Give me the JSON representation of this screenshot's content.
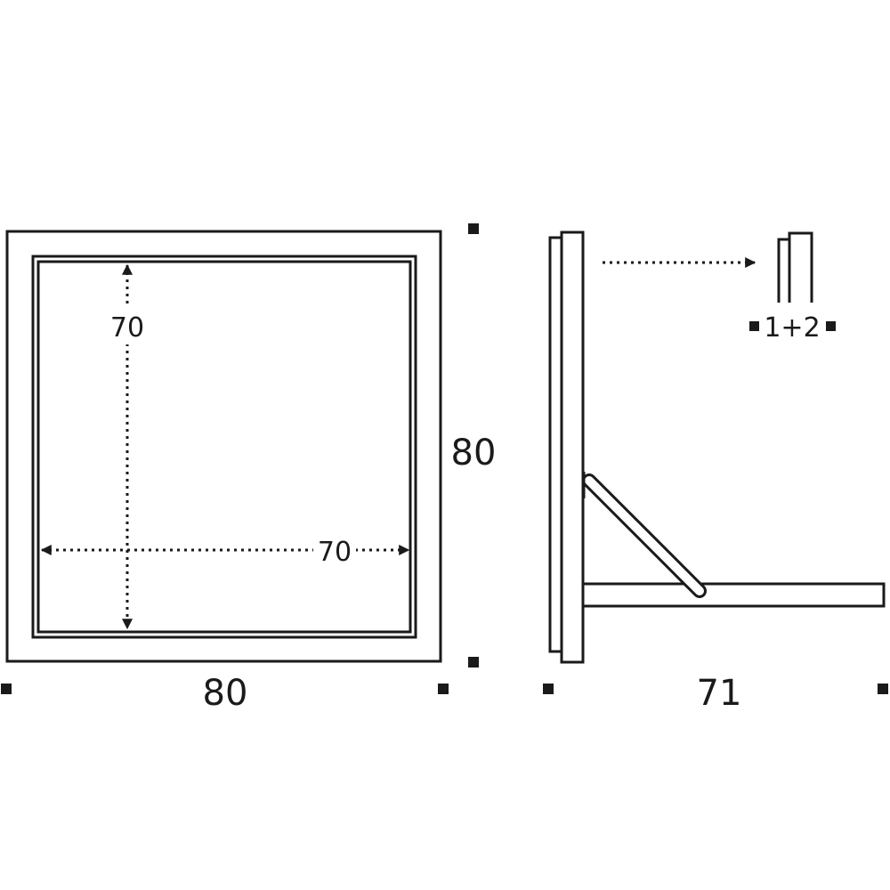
{
  "front_view": {
    "outer_width_label": "80",
    "outer_height_label": "80",
    "inner_width_label": "70",
    "inner_height_label": "70"
  },
  "side_view": {
    "depth_label": "71",
    "layers_label": "1+2"
  }
}
